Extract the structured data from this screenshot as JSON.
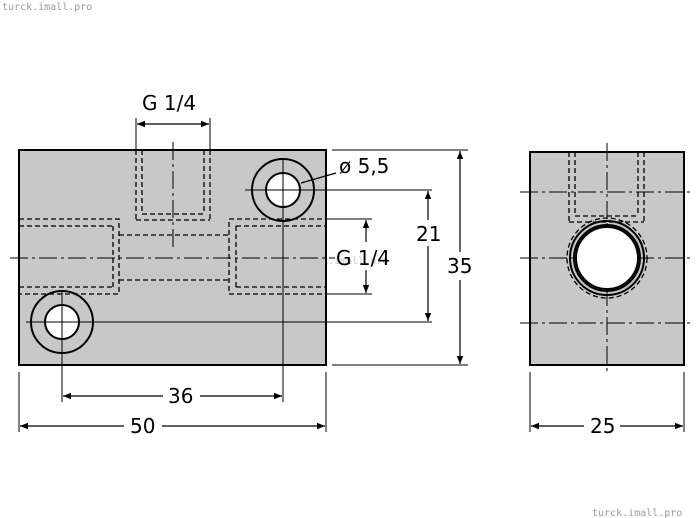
{
  "watermark": {
    "top_left": "turck.imall.pro",
    "center": "turck.imall.pro",
    "bottom_right": "turck.imall.pro"
  },
  "front_view": {
    "top_port_label": "G 1/4",
    "side_port_label": "G 1/4",
    "hole_diameter_label": "ø 5,5",
    "hole_spacing_label": "36",
    "overall_width_label": "50",
    "hole_offset_label": "21",
    "overall_height_label": "35"
  },
  "side_view": {
    "width_label": "25"
  },
  "colors": {
    "body_fill": "#c8c8c8",
    "line": "#000000",
    "watermark": "#9a9a9a"
  }
}
